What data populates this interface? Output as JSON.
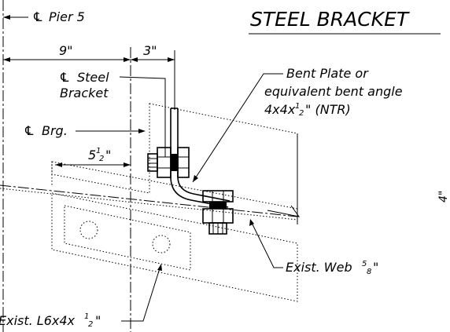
{
  "drawing": {
    "title": "STEEL BRACKET",
    "centerline_symbol": "℄",
    "labels": {
      "pier": "Pier 5",
      "dim_9": "9\"",
      "dim_3": "3\"",
      "cl_steel_bracket_line1": "Steel",
      "cl_steel_bracket_line2": "Bracket",
      "cl_brg": "Brg.",
      "dim_5half_main": "5",
      "dim_5half_frac": "1",
      "dim_5half_den": "2",
      "dim_5half_unit": "\"",
      "bent_plate_line1": "Bent Plate or",
      "bent_plate_line2": "equivalent bent angle",
      "bent_plate_line3_main": "4x4x",
      "bent_plate_line3_frac": "1",
      "bent_plate_line3_den": "2",
      "bent_plate_line3_tail": "\" (NTR)",
      "web_main": "Exist. Web ",
      "web_num": "5",
      "web_den": "8",
      "web_unit": "\"",
      "angle_main": "Exist. L6x4x",
      "angle_num": "1",
      "angle_den": "2",
      "angle_unit": "\"",
      "edge_dim": "4\""
    }
  }
}
